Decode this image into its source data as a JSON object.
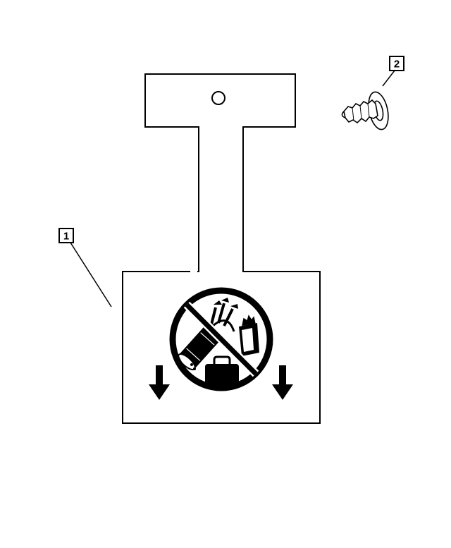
{
  "callouts": [
    {
      "label": "1"
    },
    {
      "label": "2"
    }
  ],
  "parts": [
    {
      "name": "warning-tag",
      "callout": "1"
    },
    {
      "name": "push-pin-retainer",
      "callout": "2"
    }
  ],
  "warning_label": {
    "icon": "prohibition-no-cargo-icon",
    "arrows": [
      "down-arrow-icon",
      "down-arrow-icon"
    ]
  }
}
